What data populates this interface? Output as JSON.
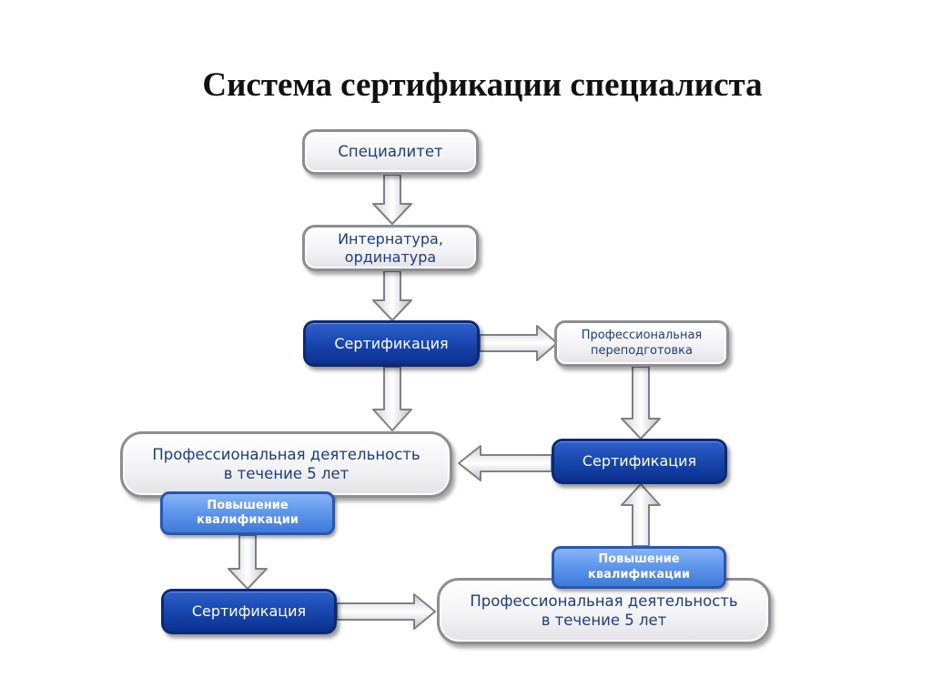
{
  "title": "Система сертификации специалиста",
  "nodes": {
    "specialitet": "Специалитет",
    "internatura_line1": "Интернатура,",
    "internatura_line2": "ординатура",
    "certification_1": "Сертификация",
    "retraining_line1": "Профессиональная",
    "retraining_line2": "переподготовка",
    "activity_left_line1": "Профессиональная деятельность",
    "activity_left_line2": "в течение 5 лет",
    "certification_right": "Сертификация",
    "qualification_left_line1": "Повышение",
    "qualification_left_line2": "квалификации",
    "qualification_right_line1": "Повышение",
    "qualification_right_line2": "квалификации",
    "certification_bottom": "Сертификация",
    "activity_right_line1": "Профессиональная деятельность",
    "activity_right_line2": "в течение 5 лет"
  }
}
